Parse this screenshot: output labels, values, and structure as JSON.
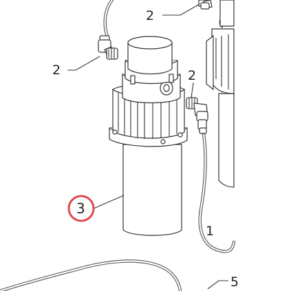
{
  "callouts": {
    "top_fitting": "2",
    "left_fitting": "2",
    "right_fitting": "2",
    "filter_body": "3",
    "hose_right": "1",
    "bottom_right": "5"
  },
  "colors": {
    "highlight_ring": "#e0474f",
    "line": "#333333"
  }
}
